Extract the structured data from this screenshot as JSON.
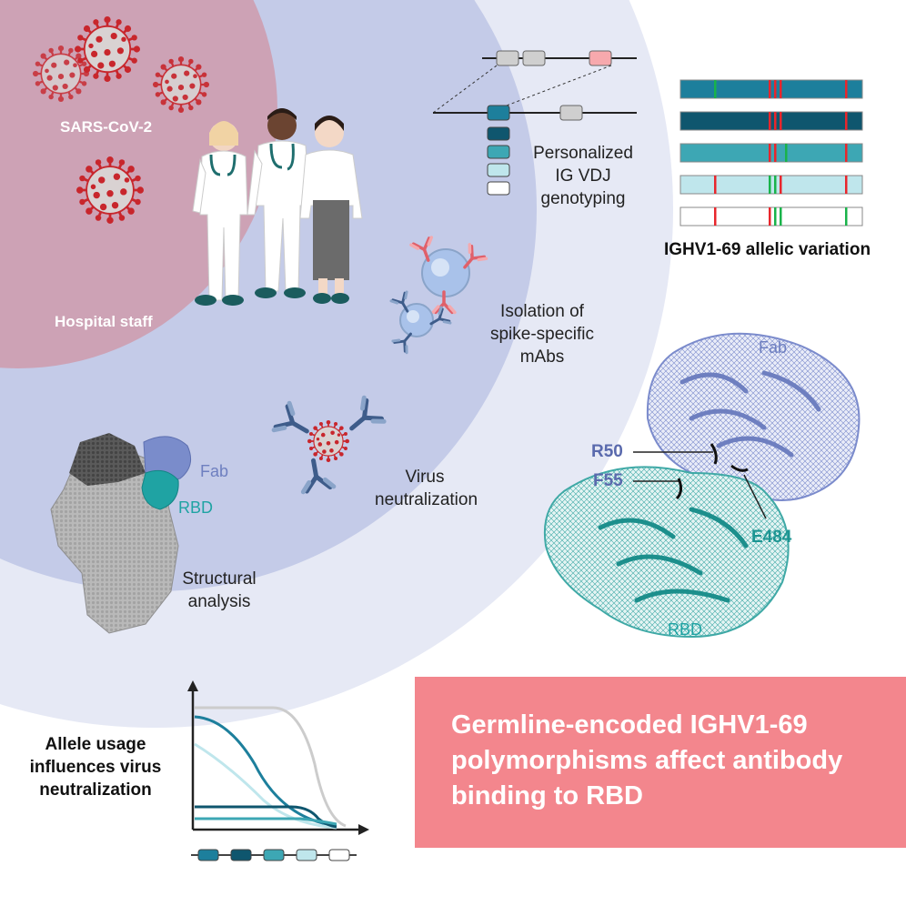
{
  "labels": {
    "virus": "SARS-CoV-2",
    "staff": "Hospital staff",
    "genotyping": "Personalized IG VDJ genotyping",
    "allelic": "IGHV1-69 allelic variation",
    "isolation": "Isolation of spike-specific mAbs",
    "neutralization": "Virus neutralization",
    "structural": "Structural analysis",
    "fab_small": "Fab",
    "rbd_small": "RBD",
    "fab_large": "Fab",
    "rbd_large": "RBD",
    "r50": "R50",
    "f55": "F55",
    "e484": "E484",
    "allele_usage": "Allele usage influences virus neutralization"
  },
  "banner": {
    "text": "Germline-encoded IGHV1-69 polymorphisms affect antibody binding to RBD"
  },
  "colors": {
    "outer_circle": "#e6e9f5",
    "middle_circle": "#c4cbe8",
    "inner_circle": "#cda2b5",
    "banner": "#f3868d",
    "virus_red": "#c8262c",
    "fab_blue": "#6e7fc0",
    "rbd_teal": "#1fa3a3",
    "allele_colors": [
      "#1d7f9c",
      "#0f566e",
      "#3da7b4",
      "#bfe6ec",
      "#ffffff"
    ]
  },
  "allele_bars": [
    {
      "fill": "#1d7f9c",
      "marks": [
        {
          "pos": 0.19,
          "color": "green"
        },
        {
          "pos": 0.49,
          "color": "red"
        },
        {
          "pos": 0.52,
          "color": "red"
        },
        {
          "pos": 0.55,
          "color": "red"
        },
        {
          "pos": 0.91,
          "color": "red"
        }
      ]
    },
    {
      "fill": "#0f566e",
      "marks": [
        {
          "pos": 0.49,
          "color": "red"
        },
        {
          "pos": 0.52,
          "color": "red"
        },
        {
          "pos": 0.55,
          "color": "red"
        },
        {
          "pos": 0.91,
          "color": "red"
        }
      ]
    },
    {
      "fill": "#3da7b4",
      "marks": [
        {
          "pos": 0.49,
          "color": "red"
        },
        {
          "pos": 0.52,
          "color": "red"
        },
        {
          "pos": 0.58,
          "color": "green"
        },
        {
          "pos": 0.91,
          "color": "red"
        }
      ]
    },
    {
      "fill": "#bfe6ec",
      "marks": [
        {
          "pos": 0.19,
          "color": "red"
        },
        {
          "pos": 0.49,
          "color": "green"
        },
        {
          "pos": 0.52,
          "color": "green"
        },
        {
          "pos": 0.55,
          "color": "red"
        },
        {
          "pos": 0.91,
          "color": "red"
        }
      ]
    },
    {
      "fill": "#ffffff",
      "marks": [
        {
          "pos": 0.19,
          "color": "red"
        },
        {
          "pos": 0.49,
          "color": "red"
        },
        {
          "pos": 0.52,
          "color": "green"
        },
        {
          "pos": 0.55,
          "color": "green"
        },
        {
          "pos": 0.91,
          "color": "green"
        }
      ]
    }
  ]
}
